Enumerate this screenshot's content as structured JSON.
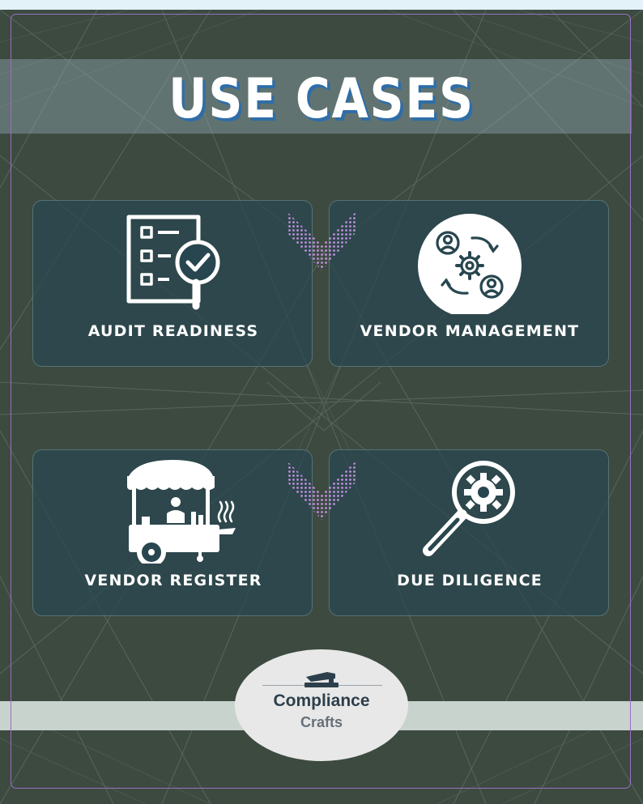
{
  "title": "USE CASES",
  "cards": [
    {
      "label": "AUDIT READINESS",
      "icon": "checklist-magnifier-icon"
    },
    {
      "label": "VENDOR MANAGEMENT",
      "icon": "people-gear-cycle-icon"
    },
    {
      "label": "VENDOR REGISTER",
      "icon": "food-cart-icon"
    },
    {
      "label": "DUE DILIGENCE",
      "icon": "gear-magnifier-icon"
    }
  ],
  "logo": {
    "line1": "Compliance",
    "line2": "Crafts",
    "icon": "stapler-icon"
  },
  "colors": {
    "background": "#3c4a40",
    "title_shadow": "#2f6da7",
    "frame": "#9a6fc1",
    "card": "#28464f",
    "chevron": "#c48fe0"
  }
}
